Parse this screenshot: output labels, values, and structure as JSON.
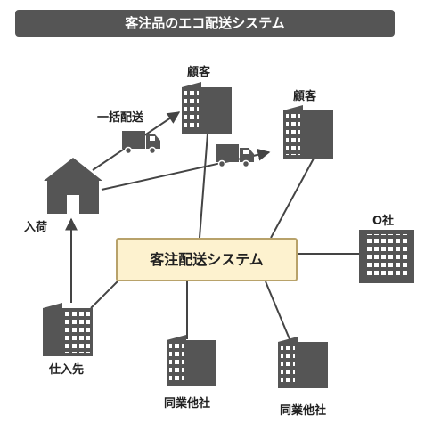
{
  "title": "客注品のエコ配送システム",
  "labels": {
    "customer_1": "顧客",
    "customer_2": "顧客",
    "bulk_delivery": "一括配送",
    "receiving": "入荷",
    "o_company": "O社",
    "supplier": "仕入先",
    "peer_company_1": "同業他社",
    "peer_company_2": "同業他社"
  },
  "system_label": "客注配送システム",
  "colors": {
    "icon_dark": "#555555",
    "line": "#444444",
    "system_fill": "#fdf2cf",
    "system_border": "#b8a26a",
    "banner": "#555555"
  }
}
